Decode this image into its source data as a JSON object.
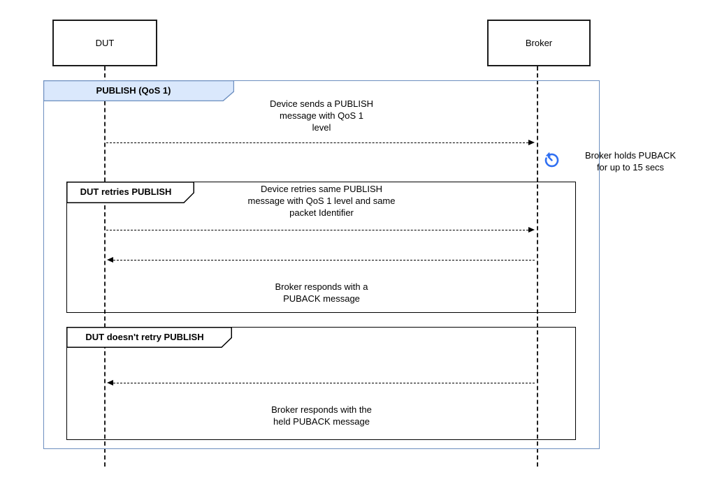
{
  "actors": {
    "dut": {
      "label": "DUT"
    },
    "broker": {
      "label": "Broker"
    }
  },
  "frames": {
    "publish_qos1": {
      "label": "PUBLISH (QoS 1)"
    },
    "retry": {
      "label": "DUT retries PUBLISH"
    },
    "no_retry": {
      "label": "DUT doesn't retry PUBLISH"
    }
  },
  "messages": {
    "publish": "Device sends a PUBLISH\nmessage with QoS 1\nlevel",
    "retry_publish": "Device retries same PUBLISH\nmessage with QoS 1 level and same\npacket Identifier",
    "puback": "Broker responds with a\nPUBACK message",
    "held_puback": "Broker responds with the\nheld PUBACK message"
  },
  "notes": {
    "hold": {
      "icon": "hold-timer-icon",
      "text": "Broker holds PUBACK\nfor up to 15 secs"
    }
  },
  "colors": {
    "frame_border": "#6c8ebf",
    "frame_label_fill": "#dae8fc",
    "inner_frame_border": "#000000",
    "icon_blue": "#2f6ff2",
    "line_black": "#1f1f1f"
  }
}
